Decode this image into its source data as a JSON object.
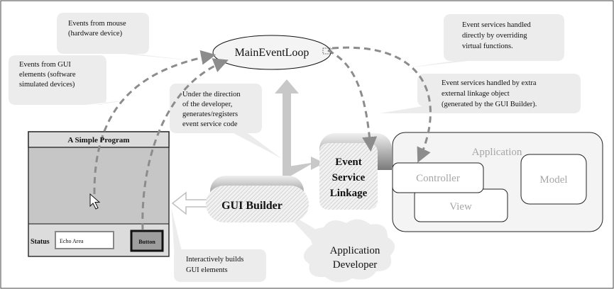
{
  "callouts": {
    "mouse": [
      "Events from mouse",
      "(hardware device)"
    ],
    "gui": [
      "Events from GUI",
      "elements (software",
      "simulated devices)"
    ],
    "virtual": [
      "Event services handled",
      "directly by overriding",
      "virtual functions."
    ],
    "linkage": [
      "Event services handled by extra",
      "external linkage object",
      "(generated by the GUI Builder)."
    ],
    "direction": [
      "Under the direction",
      "of the developer,",
      "generates/registers",
      "event service code"
    ],
    "builds": [
      "Interactively builds",
      "GUI elements"
    ]
  },
  "nodes": {
    "main_event_loop": "MainEventLoop",
    "event_service_linkage": [
      "Event",
      "Service",
      "Linkage"
    ],
    "gui_builder": "GUI Builder",
    "developer": [
      "Application",
      "Developer"
    ]
  },
  "application": {
    "title": "Application",
    "controller": "Controller",
    "view": "View",
    "model": "Model"
  },
  "program_window": {
    "title": "A Simple Program",
    "status_label": "Status",
    "echo_area": "Echo Area",
    "button": "Button"
  },
  "colors": {
    "callout_fill": "#ececec",
    "window_fill": "#dcdcdc",
    "arrow_gray": "#c8c8c8",
    "dash_gray": "#8c8c8c",
    "app_text": "#a6a6a6"
  }
}
